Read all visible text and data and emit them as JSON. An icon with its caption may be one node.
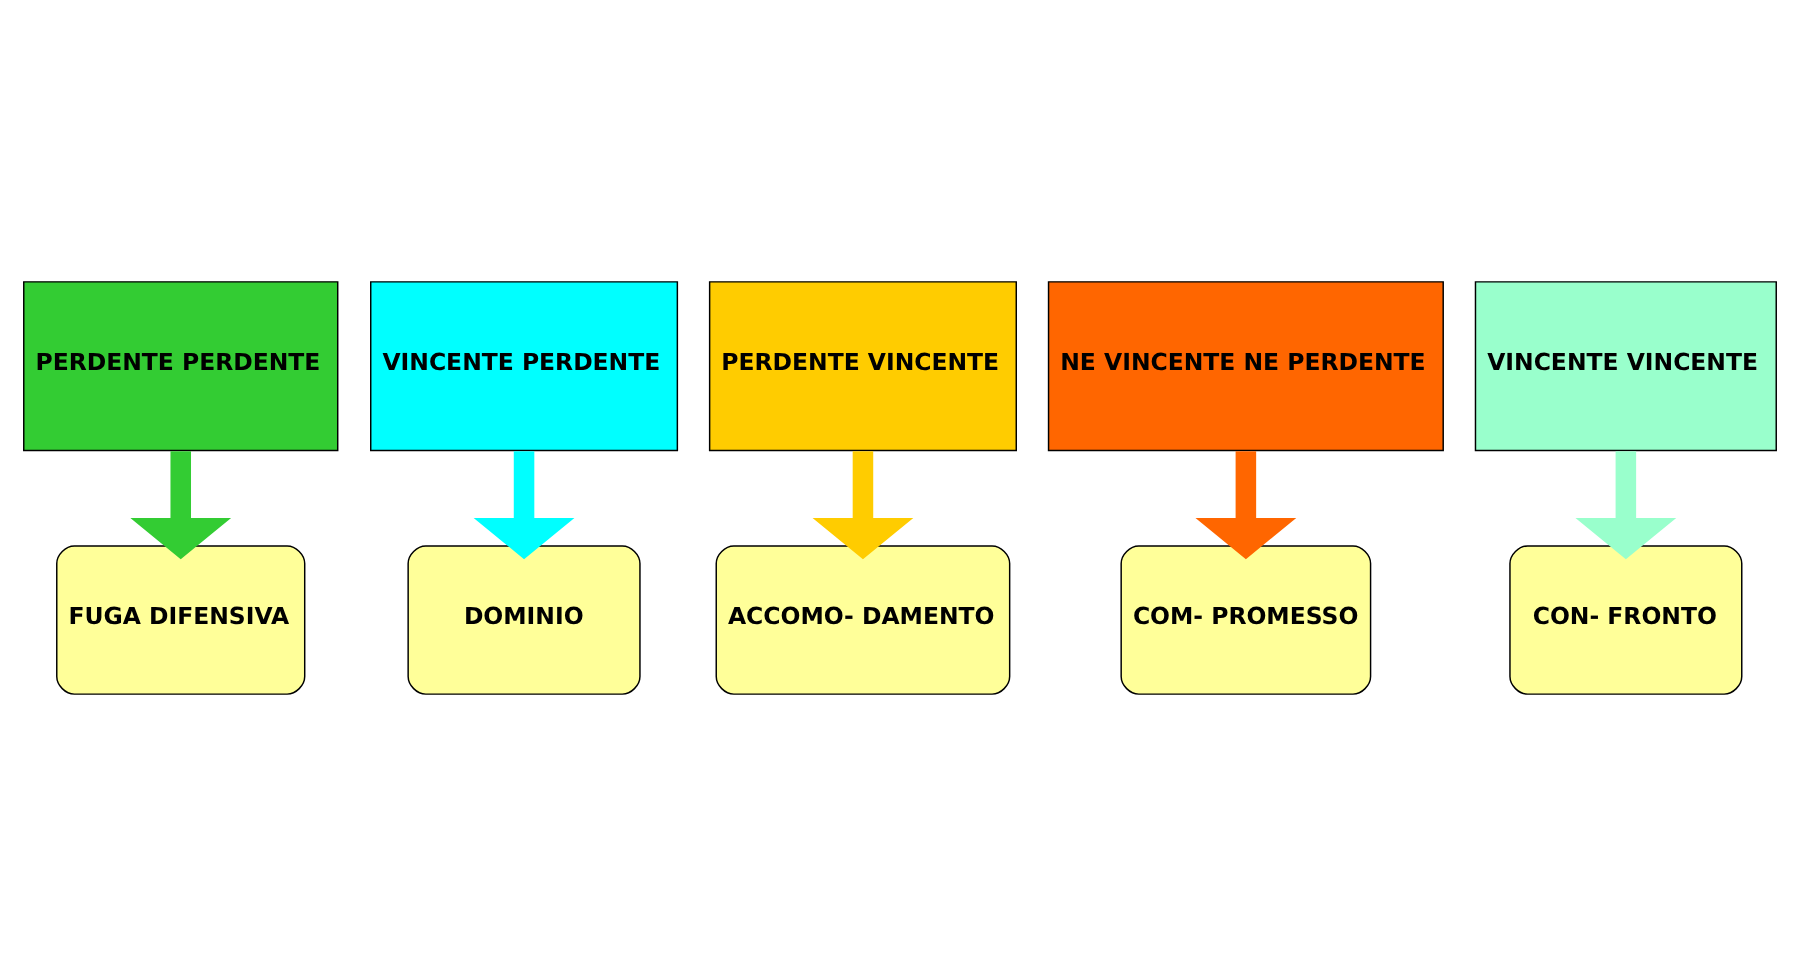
{
  "diagram": {
    "nodes": [
      {
        "text": [
          "PERDENTE PERDENTE"
        ]
      },
      {
        "text": [
          "VINCENTE PERDENTE"
        ]
      },
      {
        "text": [
          "PERDENTE VINCENTE"
        ]
      },
      {
        "text": [
          "NE VINCENTE NE PERDENTE"
        ]
      },
      {
        "text": [
          "VINCENTE VINCENTE"
        ]
      },
      {
        "text": [
          "FUGA DIFENSIVA"
        ]
      },
      {
        "text": [
          "DOMINIO"
        ]
      },
      {
        "text": [
          "ACCOMO- DAMENTO"
        ]
      },
      {
        "text": [
          "COM- PROMESSO"
        ]
      },
      {
        "text": [
          "CON- FRONTO"
        ]
      }
    ],
    "edges": [
      {
        "from": 0,
        "to": 5,
        "arrow": "to",
        "color": "#33cc33"
      },
      {
        "from": 1,
        "to": 6,
        "arrow": "to",
        "color": "#00ffff"
      },
      {
        "from": 2,
        "to": 7,
        "arrow": "to",
        "color": "#ffcc00"
      },
      {
        "from": 3,
        "to": 8,
        "arrow": "to",
        "color": "#ff6600"
      },
      {
        "from": 4,
        "to": 9,
        "arrow": "to",
        "color": "#99ffcc"
      }
    ]
  }
}
